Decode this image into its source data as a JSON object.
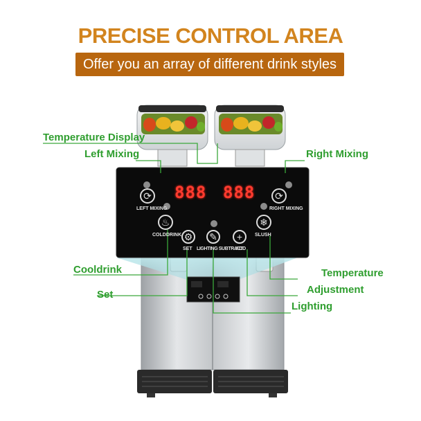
{
  "header": {
    "title": "PRECISE CONTROL AREA",
    "subtitle": "Offer you an array of different drink styles"
  },
  "callouts": {
    "temperature_display": "Temperature Display",
    "left_mixing": "Left Mixing",
    "right_mixing": "Right Mixing",
    "cooldrink": "Cooldrink",
    "set": "Set",
    "temperature": "Temperature",
    "adjustment": "Adjustment",
    "lighting": "Lighting"
  },
  "panel": {
    "left_display": "888",
    "right_display": "888",
    "left_mixing": "LEFT MIXING",
    "right_mixing": "RIGHT MIXING",
    "colddrink": "COLDDRINK",
    "slush": "SLUSH",
    "set": "SET",
    "lighting_subtract": "LIGHTING SUBTRACT",
    "add": "ADD"
  },
  "colors": {
    "title": "#d2841e",
    "subtitle_bar": "#b8660f",
    "callout_green": "#2f9e2f",
    "display_red": "#ff3b2f",
    "panel_black": "#0b0b0b"
  }
}
